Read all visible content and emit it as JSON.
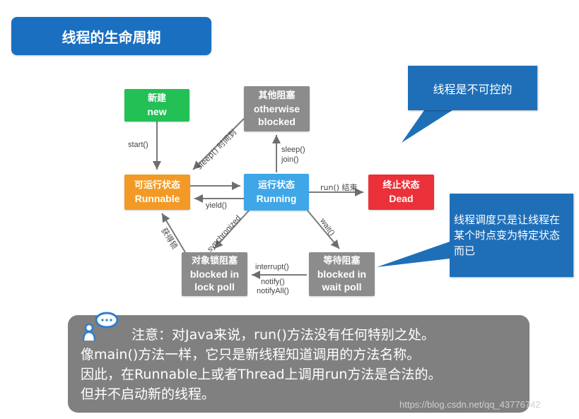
{
  "title": "线程的生命周期",
  "states": {
    "new": {
      "cn": "新建",
      "en": "new",
      "color": "#22c055"
    },
    "other_blocked": {
      "cn": "其他阻塞",
      "en1": "otherwise",
      "en2": "blocked",
      "color": "#8c8c8c"
    },
    "runnable": {
      "cn": "可运行状态",
      "en": "Runnable",
      "color": "#f39a26"
    },
    "running": {
      "cn": "运行状态",
      "en": "Running",
      "color": "#3fa6e8"
    },
    "dead": {
      "cn": "终止状态",
      "en": "Dead",
      "color": "#ea3139"
    },
    "lock_blocked": {
      "cn": "对象锁阻塞",
      "en1": "blocked in",
      "en2": "lock poll",
      "color": "#8c8c8c"
    },
    "wait_blocked": {
      "cn": "等待阻塞",
      "en1": "blocked in",
      "en2": "wait poll",
      "color": "#8c8c8c"
    }
  },
  "transitions": {
    "start": "start()",
    "sleep_done": "sleep() 时间到",
    "sleep_join_1": "sleep()",
    "sleep_join_2": "join()",
    "yield": "yield()",
    "run_end": "run() 结束",
    "synchronized": "synchronized",
    "get_lock": "获得锁",
    "wait": "wait()",
    "interrupt": "interrupt()",
    "notify_1": "notify()",
    "notify_2": "notifyAll()"
  },
  "callouts": {
    "uncontrollable": "线程是不可控的",
    "scheduling": "线程调度只是让线程在某个时点变为特定状态而已"
  },
  "note": {
    "line1": "注意：对Java来说，run()方法没有任何特别之处。",
    "line2": "像main()方法一样，它只是新线程知道调用的方法名称。",
    "line3": "因此，在Runnable上或者Thread上调用run方法是合法的。",
    "line4": "但并不启动新的线程。"
  },
  "watermark": "https://blog.csdn.net/qq_43776742"
}
